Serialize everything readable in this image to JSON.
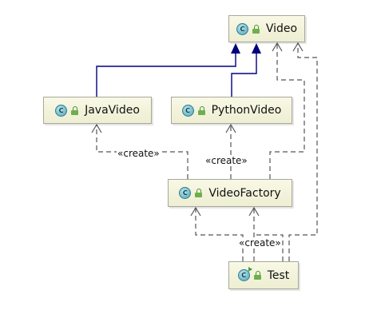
{
  "diagram": {
    "classes": {
      "video": {
        "name": "Video",
        "icon": "class-icon",
        "icon_letter": "C"
      },
      "java_video": {
        "name": "JavaVideo",
        "icon": "class-icon",
        "icon_letter": "C"
      },
      "python_video": {
        "name": "PythonVideo",
        "icon": "class-icon",
        "icon_letter": "C"
      },
      "video_factory": {
        "name": "VideoFactory",
        "icon": "class-icon",
        "icon_letter": "C"
      },
      "test": {
        "name": "Test",
        "icon": "class-icon",
        "icon_letter": "C"
      }
    },
    "relations": [
      {
        "from": "JavaVideo",
        "to": "Video",
        "kind": "extends"
      },
      {
        "from": "PythonVideo",
        "to": "Video",
        "kind": "extends"
      },
      {
        "from": "VideoFactory",
        "to": "JavaVideo",
        "kind": "dependency",
        "label": "«create»"
      },
      {
        "from": "VideoFactory",
        "to": "PythonVideo",
        "kind": "dependency",
        "label": "«create»"
      },
      {
        "from": "VideoFactory",
        "to": "Video",
        "kind": "dependency"
      },
      {
        "from": "Test",
        "to": "VideoFactory",
        "kind": "dependency",
        "label": "«create»"
      },
      {
        "from": "Test",
        "to": "Video",
        "kind": "dependency"
      }
    ],
    "colors": {
      "inheritance": "#000080",
      "dependency": "#555555",
      "node_fill": "#f4f4de",
      "node_border": "#a8a89a"
    }
  }
}
